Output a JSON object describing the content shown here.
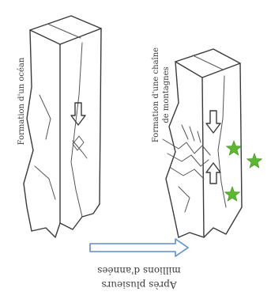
{
  "diagram": {
    "left_block_label": "Formation d'un océan",
    "right_block_label_line1": "Formation d'une chaîne",
    "right_block_label_line2": "de montagnes",
    "caption_line1": "Après plusieurs",
    "caption_line2": "millions d'années",
    "colors": {
      "ink": "#3a3a3a",
      "star": "#5cb82e",
      "arrow": "#5b8fc9"
    },
    "icons": [
      "down-arrow-icon",
      "up-arrow-icon",
      "star-icon",
      "right-arrow-icon"
    ]
  }
}
